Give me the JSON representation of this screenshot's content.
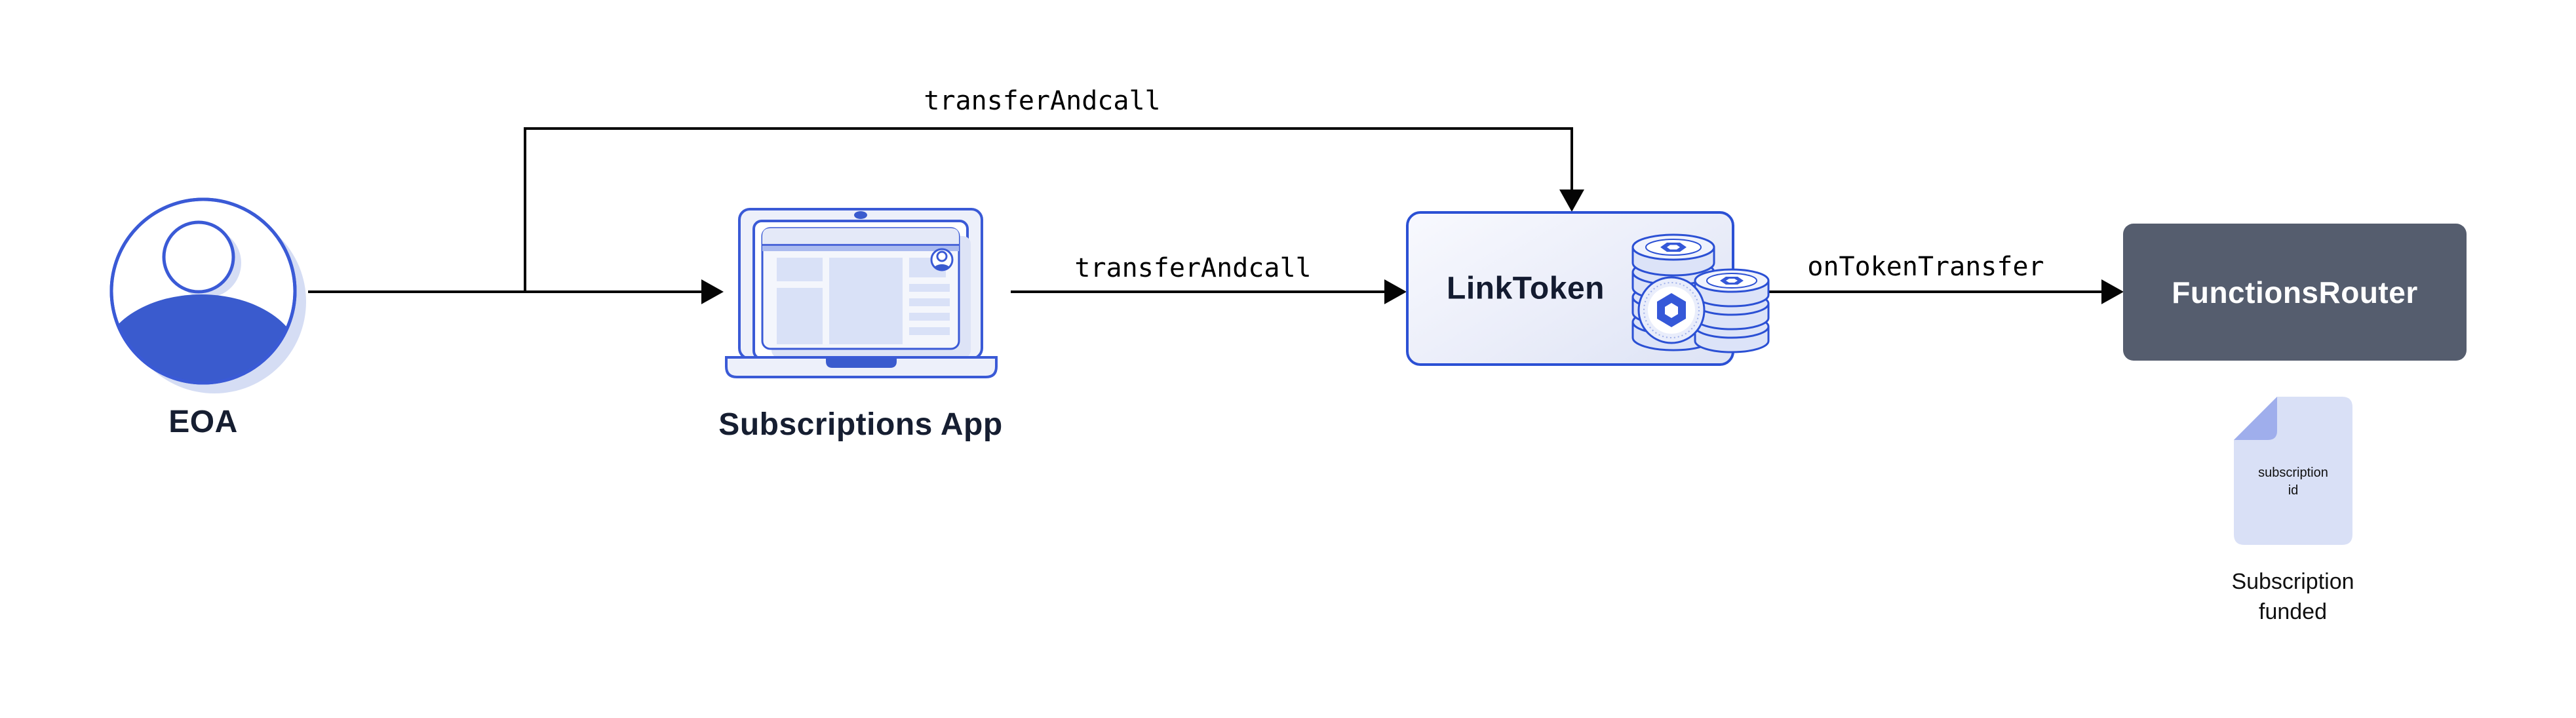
{
  "nodes": {
    "eoa": {
      "label": "EOA"
    },
    "app": {
      "label": "Subscriptions App"
    },
    "token": {
      "label": "LinkToken"
    },
    "router": {
      "label": "FunctionsRouter"
    }
  },
  "edges": {
    "branch_to_token": {
      "label": "transferAndcall"
    },
    "app_to_token": {
      "label": "transferAndcall"
    },
    "token_to_router": {
      "label": "onTokenTransfer"
    }
  },
  "artifact": {
    "doc_line1": "subscription",
    "doc_line2": "id",
    "caption_line1": "Subscription",
    "caption_line2": "funded"
  },
  "icons": {
    "eoa": "user-icon",
    "app": "laptop-icon",
    "token": "coins-icon",
    "artifact": "document-icon"
  },
  "colors": {
    "ink": "#161E31",
    "line": "#050505",
    "blue-stroke": "#3A5AD6",
    "blue-deep": "#2B50D4",
    "blue-fill": "#3A5BCE",
    "soft": "#D5DDF4",
    "panel": "#555D6E",
    "doc": "#D9E0F6",
    "fold": "#9FAEEC"
  }
}
